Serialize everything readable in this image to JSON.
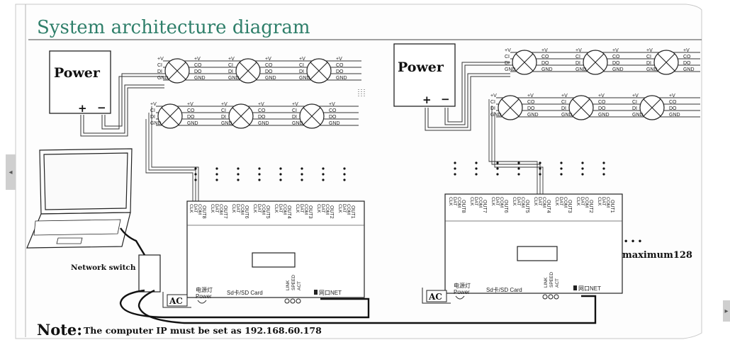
{
  "title": "System architecture diagram",
  "note_label": "Note:",
  "note_text": "The computer IP must be set as 192.168.60.178",
  "power_label": "Power",
  "plus": "+",
  "minus": "−",
  "pin_plus_v": "+V",
  "pin_ci": "CI",
  "pin_di": "DI",
  "pin_co": "CO",
  "pin_do": "DO",
  "pin_gnd": "GND",
  "pin_dat": "DAT",
  "pin_clk": "CLK",
  "pin_com": "COM",
  "ellipsis": "• • •",
  "network_switch": "Network switch",
  "ac": "AC",
  "indicator_cn": "电源灯",
  "power_small": "Power",
  "sd_card": "Sd卡/SD Card",
  "link": "LINK",
  "speed": "SPEED",
  "act": "ACT",
  "net": "网口NET",
  "maximum": "maximum128",
  "outputs": [
    "OUT8",
    "OUT7",
    "OUT6",
    "OUT5",
    "OUT4",
    "OUT3",
    "OUT2",
    "OUT1"
  ],
  "nav_prev": "◂",
  "nav_next": "▸"
}
